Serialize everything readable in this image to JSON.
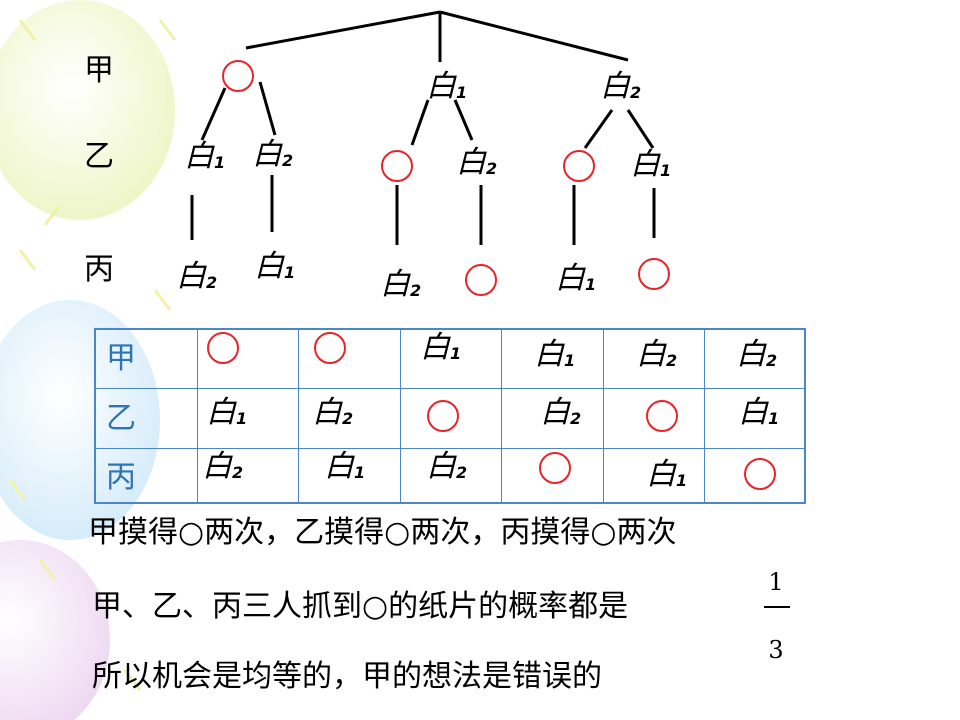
{
  "row_labels": [
    "甲",
    "乙",
    "丙"
  ],
  "ball_symbol": "○",
  "white_char": "白",
  "tree": {
    "jia": [
      {
        "type": "ball"
      },
      {
        "type": "white",
        "sub": "1"
      },
      {
        "type": "white",
        "sub": "2"
      }
    ],
    "yi": [
      {
        "type": "white",
        "sub": "1"
      },
      {
        "type": "white",
        "sub": "2"
      },
      {
        "type": "ball"
      },
      {
        "type": "white",
        "sub": "2"
      },
      {
        "type": "ball"
      },
      {
        "type": "white",
        "sub": "1"
      }
    ],
    "bing": [
      {
        "type": "white",
        "sub": "2"
      },
      {
        "type": "white",
        "sub": "1"
      },
      {
        "type": "white",
        "sub": "2"
      },
      {
        "type": "ball"
      },
      {
        "type": "white",
        "sub": "1"
      },
      {
        "type": "ball"
      }
    ]
  },
  "table": {
    "rows": [
      [
        "ball",
        "ball",
        "白1",
        "白1",
        "白2",
        "白2"
      ],
      [
        "白1",
        "白2",
        "ball",
        "白2",
        "ball",
        "白1"
      ],
      [
        "白2",
        "白1",
        "白2",
        "ball",
        "白1",
        "ball"
      ]
    ]
  },
  "text": {
    "line1": "甲摸得○两次，乙摸得○两次，丙摸得○两次",
    "line2": "甲、乙、丙三人抓到○的纸片的概率都是",
    "frac_num": "1",
    "frac_den": "3",
    "line3": "所以机会是均等的，甲的想法是错误的"
  }
}
